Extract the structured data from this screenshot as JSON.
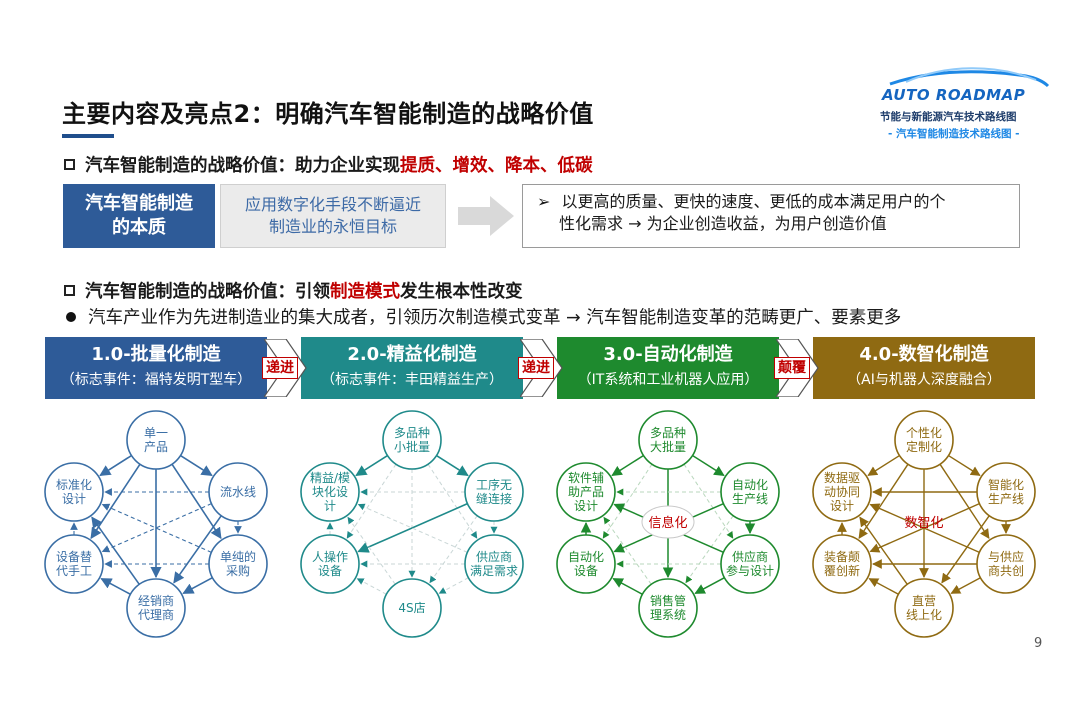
{
  "header": {
    "title": "主要内容及亮点2：明确汽车智能制造的战略价值",
    "logo": {
      "wordmark": "AUTO ROADMAP",
      "line1": "节能与新能源汽车技术路线图",
      "line2": "- 汽车智能制造技术路线图 -"
    }
  },
  "section1": {
    "heading_prefix": "汽车智能制造的战略价值：助力企业实现",
    "heading_highlight": "提质、增效、降本、低碳",
    "essence_label": "汽车智能制造\n的本质",
    "goal_text": "应用数字化手段不断逼近\n制造业的永恒目标",
    "value_marker": "➢",
    "value_text_line1": "以更高的质量、更快的速度、更低的成本满足用户的个",
    "value_text_line2": "性化需求 → 为企业创造收益，为用户创造价值"
  },
  "section2": {
    "heading_prefix": "汽车智能制造的战略价值：引领",
    "heading_highlight": "制造模式",
    "heading_suffix": "发生根本性改变",
    "bullet": "汽车产业作为先进制造业的集大成者，引领历次制造模式变革 → 汽车智能制造变革的范畴更广、要素更多"
  },
  "stages": [
    {
      "title": "1.0-批量化制造",
      "subtitle": "（标志事件：福特发明T型车）",
      "color": "#2e5b98"
    },
    {
      "title": "2.0-精益化制造",
      "subtitle": "（标志事件：丰田精益生产）",
      "color": "#1f8a8a"
    },
    {
      "title": "3.0-自动化制造",
      "subtitle": "（IT系统和工业机器人应用）",
      "color": "#1e8a2e"
    },
    {
      "title": "4.0-数智化制造",
      "subtitle": "（AI与机器人深度融合）",
      "color": "#8f6a12"
    }
  ],
  "connectors": [
    "递进",
    "递进",
    "颠覆"
  ],
  "networks": [
    {
      "color": "#3a6ea5",
      "center": "",
      "nodes": [
        "单一\n产品",
        "流水线",
        "单纯的\n采购",
        "经销商\n代理商",
        "设备替\n代手工",
        "标准化\n设计"
      ]
    },
    {
      "color": "#1f8a8a",
      "center": "",
      "nodes": [
        "多品种\n小批量",
        "工序无\n缝连接",
        "供应商\n满足需求",
        "4S店",
        "人操作\n设备",
        "精益/模\n块化设\n计"
      ]
    },
    {
      "color": "#1e8a2e",
      "center": "信息化",
      "nodes": [
        "多品种\n大批量",
        "自动化\n生产线",
        "供应商\n参与设计",
        "销售管\n理系统",
        "自动化\n设备",
        "软件辅\n助产品\n设计"
      ]
    },
    {
      "color": "#8f6a12",
      "center": "数智化",
      "nodes": [
        "个性化\n定制化",
        "智能化\n生产线",
        "与供应\n商共创",
        "直营\n线上化",
        "装备颠\n覆创新",
        "数据驱\n动协同\n设计"
      ]
    }
  ],
  "page_number": "9"
}
